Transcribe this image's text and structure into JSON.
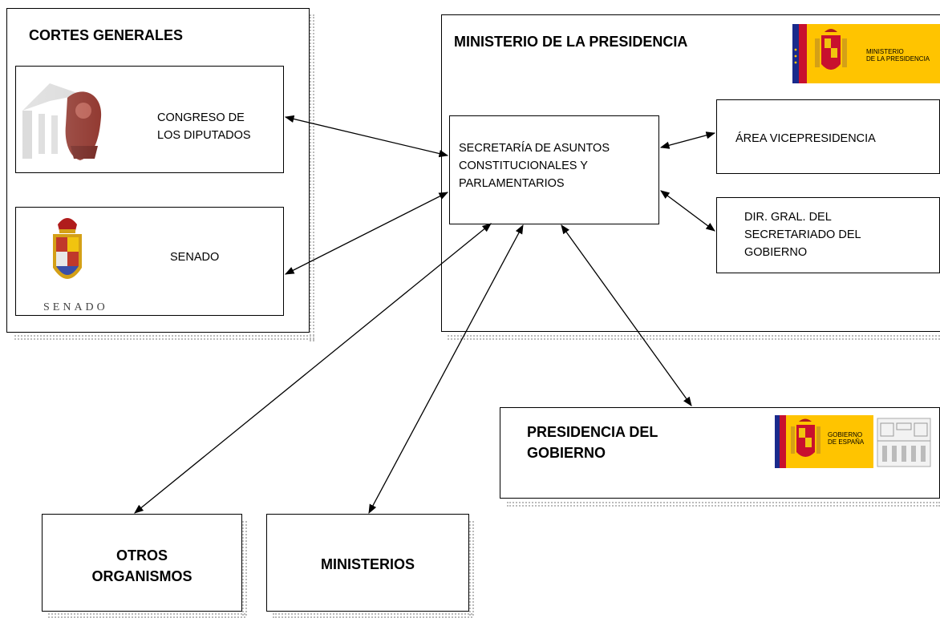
{
  "cortes": {
    "title": "CORTES GENERALES",
    "congreso": "CONGRESO DE\nLOS DIPUTADOS",
    "senado": "SENADO",
    "senado_logo_text": "SENADO"
  },
  "ministerio": {
    "title": "MINISTERIO DE LA PRESIDENCIA",
    "logo_text": "MINISTERIO\nDE LA PRESIDENCIA",
    "secretaria": "SECRETARÍA DE ASUNTOS\nCONSTITUCIONALES Y\nPARLAMENTARIOS",
    "vicepresidencia": "ÁREA VICEPRESIDENCIA",
    "dirgral": "DIR. GRAL. DEL\nSECRETARIADO DEL\nGOBIERNO"
  },
  "presidencia": {
    "title": "PRESIDENCIA DEL\nGOBIERNO",
    "logo_text": "GOBIERNO\nDE ESPAÑA"
  },
  "otros": "OTROS\nORGANISMOS",
  "ministerios": "MINISTERIOS",
  "colors": {
    "flag_red": "#c8102e",
    "flag_yellow": "#ffc400",
    "eu_blue": "#1a2a8c"
  }
}
